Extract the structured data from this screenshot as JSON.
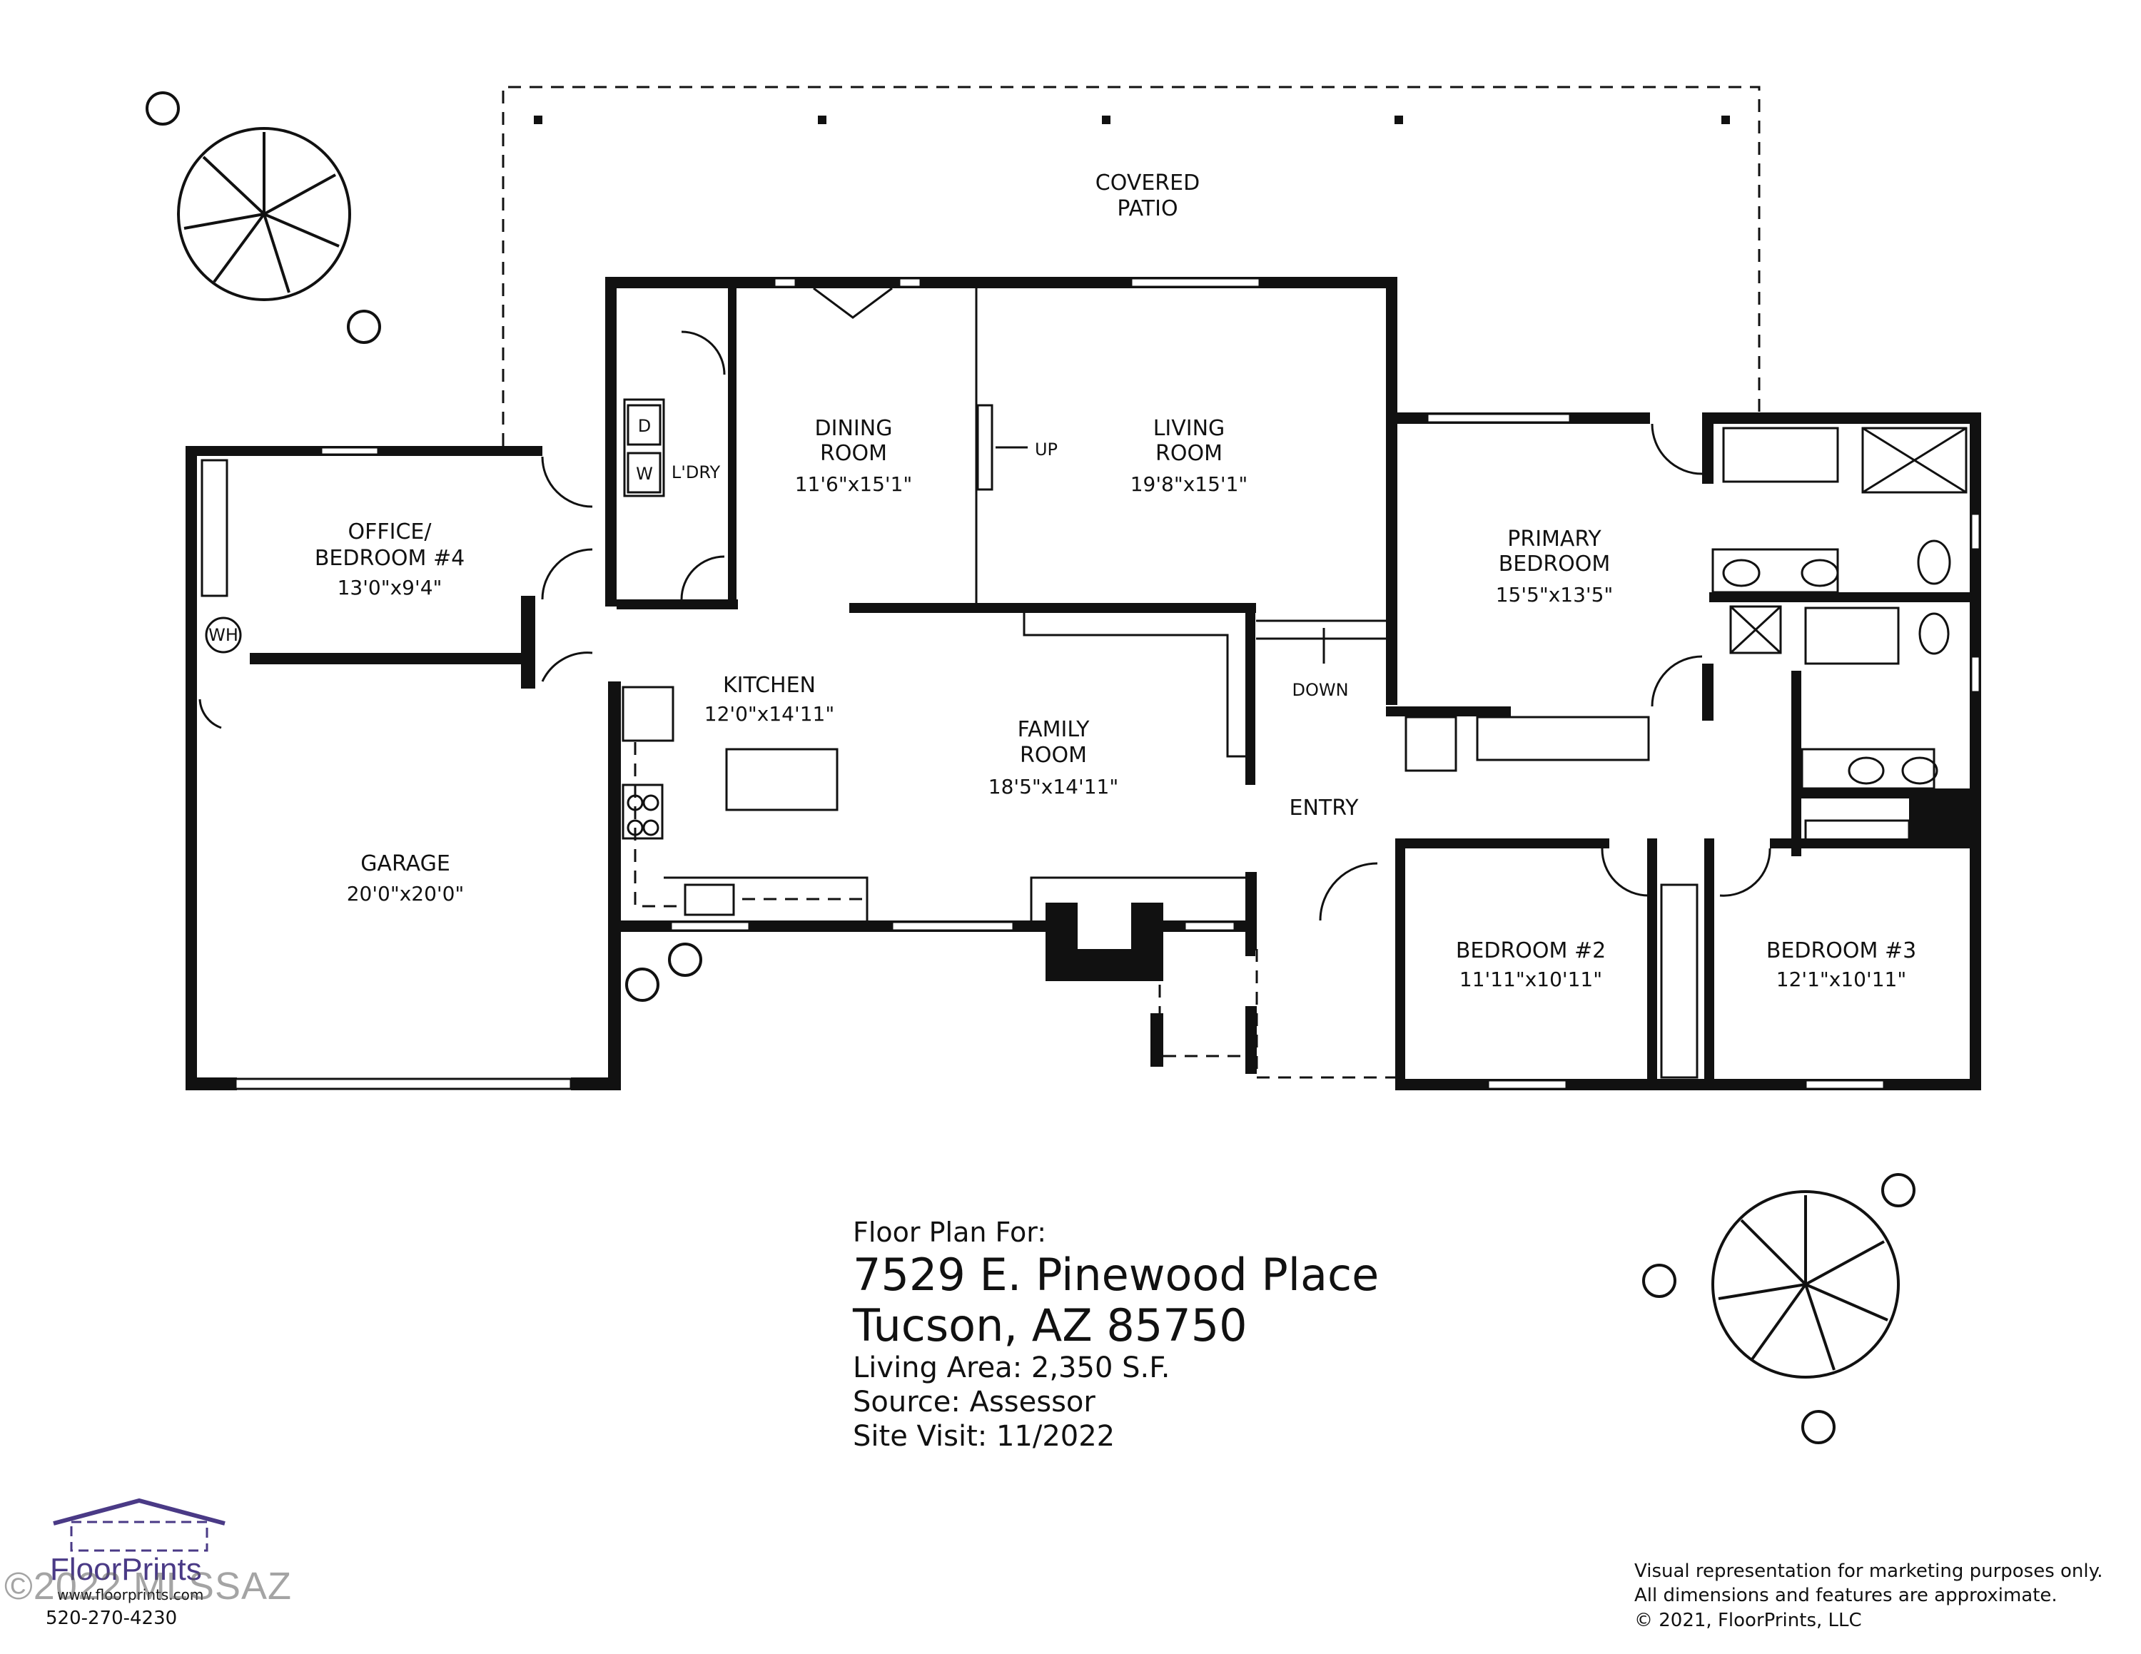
{
  "rooms": {
    "patio": {
      "line1": "COVERED",
      "line2": "PATIO"
    },
    "dining": {
      "line1": "DINING",
      "line2": "ROOM",
      "dims": "11'6\"x15'1\""
    },
    "living": {
      "line1": "LIVING",
      "line2": "ROOM",
      "dims": "19'8\"x15'1\""
    },
    "laundry": {
      "label": "L'DRY",
      "dryer": "D",
      "washer": "W"
    },
    "office": {
      "line1": "OFFICE/",
      "line2": "BEDROOM #4",
      "dims": "13'0\"x9'4\""
    },
    "primary": {
      "line1": "PRIMARY",
      "line2": "BEDROOM",
      "dims": "15'5\"x13'5\""
    },
    "kitchen": {
      "label": "KITCHEN",
      "dims": "12'0\"x14'11\""
    },
    "family": {
      "line1": "FAMILY",
      "line2": "ROOM",
      "dims": "18'5\"x14'11\""
    },
    "garage": {
      "label": "GARAGE",
      "dims": "20'0\"x20'0\""
    },
    "bedroom2": {
      "label": "BEDROOM #2",
      "dims": "11'11\"x10'11\""
    },
    "bedroom3": {
      "label": "BEDROOM #3",
      "dims": "12'1\"x10'11\""
    },
    "entry": {
      "label": "ENTRY"
    },
    "water_heater": "WH"
  },
  "stairs": {
    "up": "UP",
    "down": "DOWN"
  },
  "info": {
    "lead": "Floor Plan For:",
    "address1": "7529 E. Pinewood Place",
    "address2": "Tucson, AZ  85750",
    "living_area": "Living Area:  2,350 S.F.",
    "source": "Source:  Assessor",
    "site_visit": "Site Visit:  11/2022"
  },
  "disclaimer": {
    "line1": "Visual representation for marketing purposes only.",
    "line2": "All dimensions and features are approximate.",
    "line3": "© 2021, FloorPrints, LLC"
  },
  "logo": {
    "brand": "FloorPrints",
    "url": "www.floorprints.com",
    "phone": "520-270-4230"
  },
  "watermark": "©2022 MLSSAZ",
  "colors": {
    "ink": "#111111",
    "logo_purple": "#4a3a86"
  }
}
